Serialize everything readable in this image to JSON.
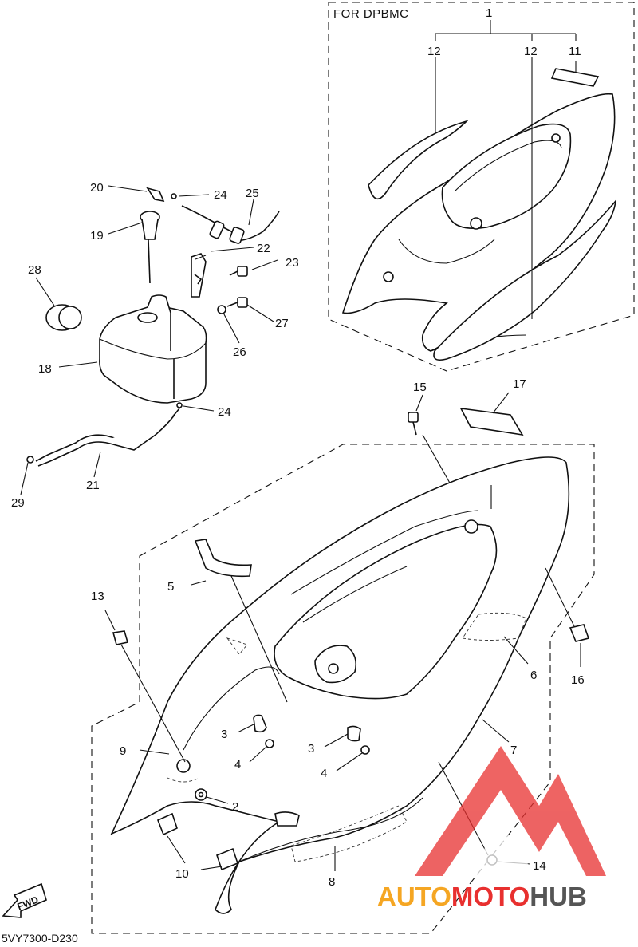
{
  "diagram": {
    "box_header": "FOR DPBMC",
    "diagram_code": "5VY7300-D230",
    "fwd_label": "FWD",
    "callouts": {
      "c1": "1",
      "c2": "2",
      "c3a": "3",
      "c3b": "3",
      "c4a": "4",
      "c4b": "4",
      "c5": "5",
      "c6": "6",
      "c7": "7",
      "c8": "8",
      "c9": "9",
      "c10": "10",
      "c11": "11",
      "c12a": "12",
      "c12b": "12",
      "c13": "13",
      "c14": "14",
      "c15": "15",
      "c16": "16",
      "c17": "17",
      "c18": "18",
      "c19": "19",
      "c20": "20",
      "c21": "21",
      "c22": "22",
      "c23": "23",
      "c24a": "24",
      "c24b": "24",
      "c25": "25",
      "c26": "26",
      "c27": "27",
      "c28": "28",
      "c29": "29"
    }
  },
  "watermark": {
    "part1": "AUTO",
    "part2": "MOTO",
    "part3": "HUB",
    "colors": {
      "red": "#e8302f",
      "orange": "#f5a623",
      "gray": "#555555"
    }
  }
}
